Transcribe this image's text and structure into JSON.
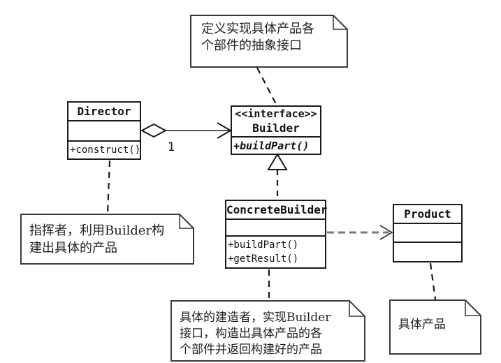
{
  "colors": {
    "line": "#1a1a1a",
    "note_border": "#3a3a3a",
    "dependency_dash": "#7a7a7a",
    "background": "#ffffff"
  },
  "classes": {
    "director": {
      "name": "Director",
      "methods": [
        "+construct()"
      ]
    },
    "builder": {
      "stereotype": "<<interface>>",
      "name": "Builder",
      "methods": [
        "+buildPart()"
      ]
    },
    "concrete_builder": {
      "name": "ConcreteBuilder",
      "methods": [
        "+buildPart()",
        "+getResult()"
      ]
    },
    "product": {
      "name": "Product"
    }
  },
  "notes": {
    "builder_note": "定义实现具体产品各\n个部件的抽象接口",
    "director_note": "指挥者，利用Builder构\n建出具体的产品",
    "concrete_builder_note": "具体的建造者，实现Builder\n接口，构造出具体产品的各\n个部件并返回构建好的产品",
    "product_note": "具体产品"
  },
  "relationships": {
    "aggregation_multiplicity": "1"
  }
}
